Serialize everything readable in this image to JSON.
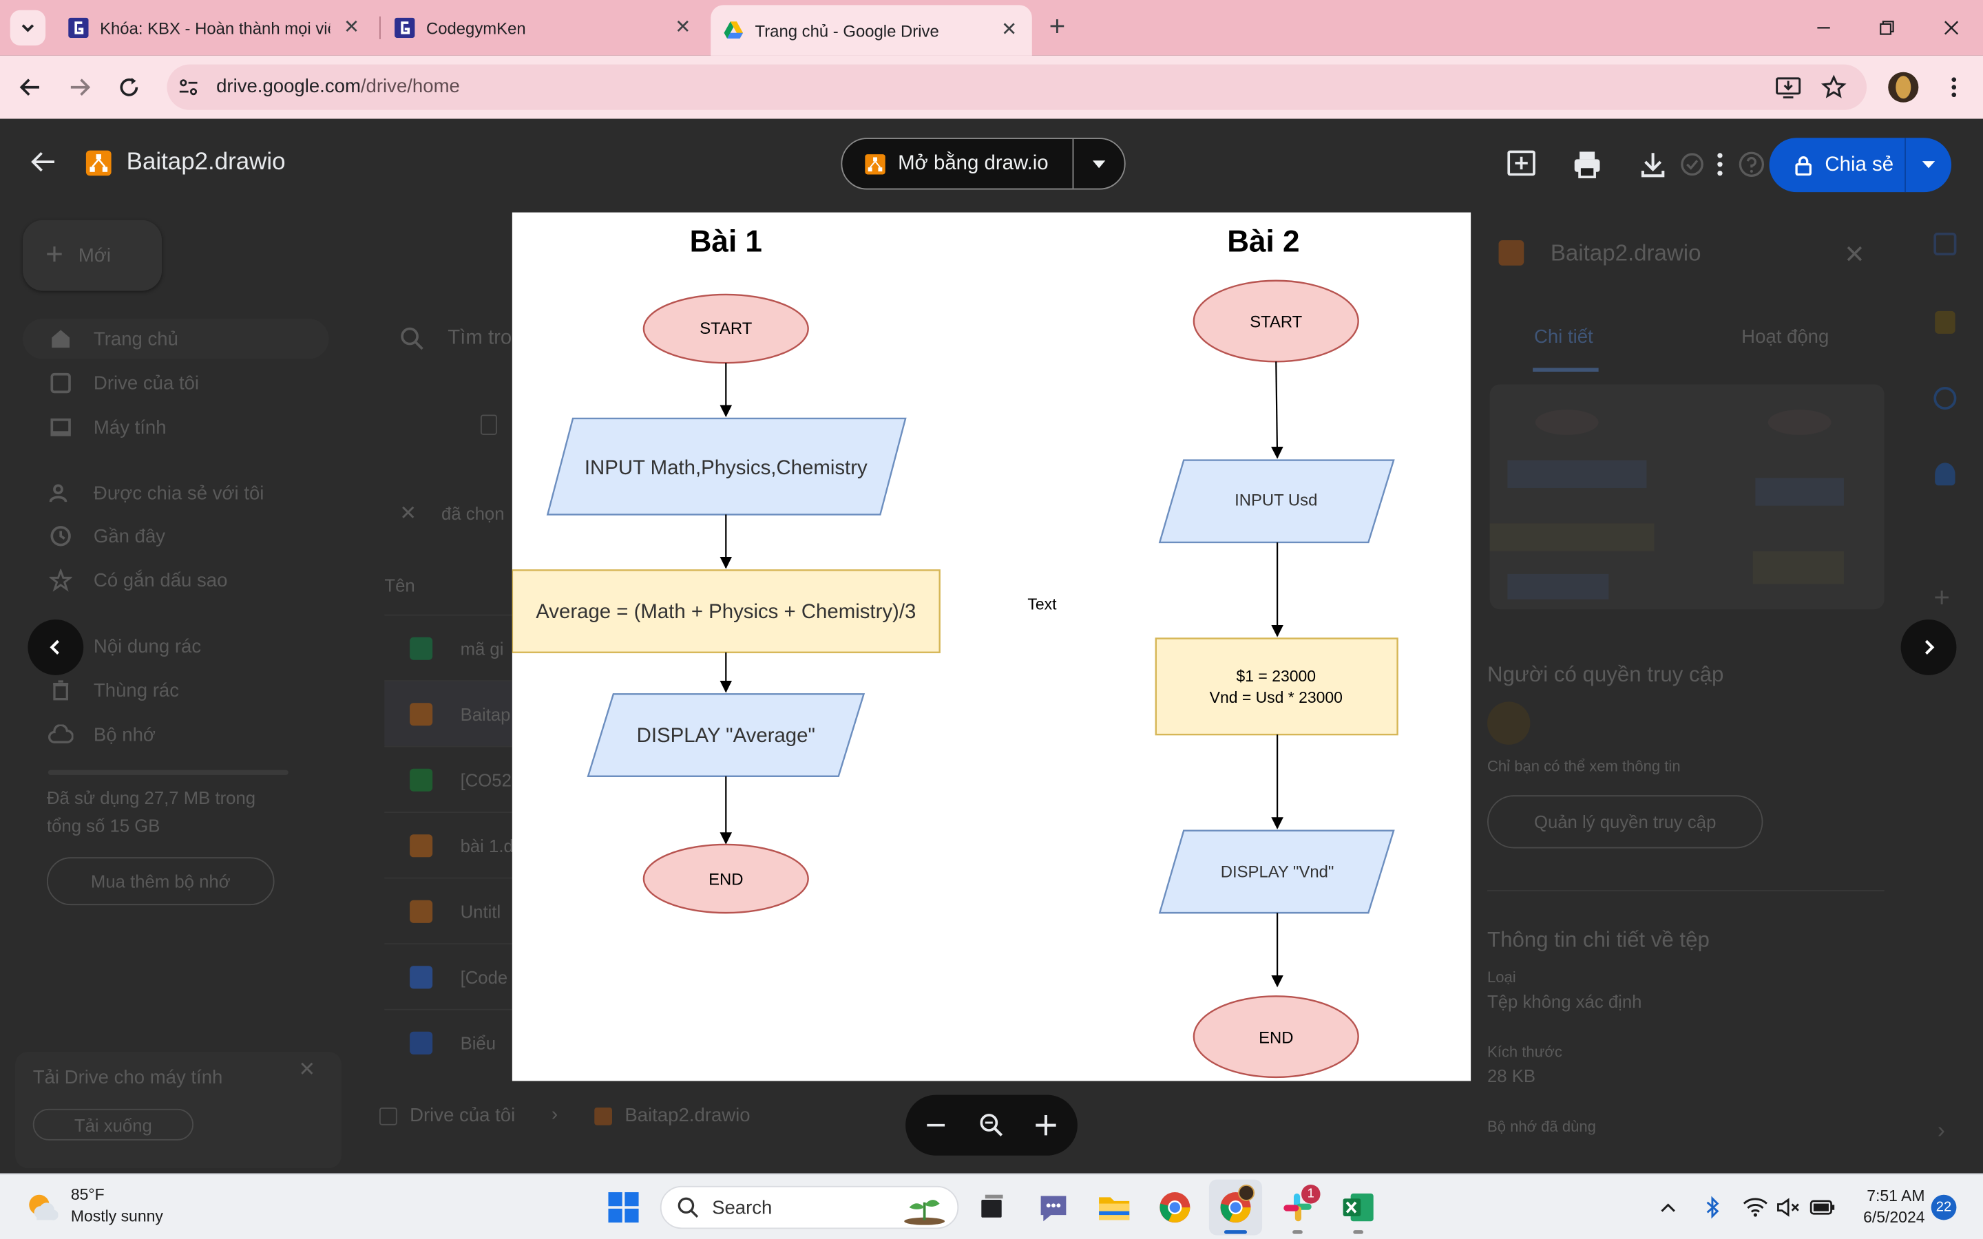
{
  "browser": {
    "tabs": [
      {
        "title": "Khóa: KBX - Hoàn thành mọi việ",
        "active": false
      },
      {
        "title": "CodegymKen",
        "active": false
      },
      {
        "title": "Trang chủ - Google Drive",
        "active": true
      }
    ],
    "url_host": "drive.google.com",
    "url_path": "/drive/home"
  },
  "drive": {
    "new_label": "Mới",
    "nav": [
      {
        "label": "Trang chủ",
        "icon": "home-icon"
      },
      {
        "label": "Drive của tôi",
        "icon": "drive-icon"
      },
      {
        "label": "Máy tính",
        "icon": "computer-icon"
      },
      {
        "label": "Được chia sẻ với tôi",
        "icon": "people-icon"
      },
      {
        "label": "Gần đây",
        "icon": "clock-icon"
      },
      {
        "label": "Có gắn dấu sao",
        "icon": "star-icon"
      },
      {
        "label": "Nội dung rác",
        "icon": "spam-icon"
      },
      {
        "label": "Thùng rác",
        "icon": "trash-icon"
      },
      {
        "label": "Bộ nhớ",
        "icon": "cloud-icon"
      }
    ],
    "storage_text": "Đã sử dụng 27,7 MB trong",
    "storage_text2": "tổng số 15 GB",
    "buy_storage": "Mua thêm bộ nhớ",
    "search_placeholder": "Tìm tro",
    "filter_chip": "đã chọn",
    "column_name": "Tên",
    "files": [
      "mã gi",
      "Baitap",
      "[CO52",
      "bài 1.d",
      "Untitl",
      "[Code",
      "Biểu"
    ],
    "download_promo": "Tải Drive cho máy tính",
    "download_button": "Tải xuống",
    "breadcrumb_root": "Drive của tôi",
    "breadcrumb_file": "Baitap2.drawio",
    "details": {
      "title": "Baitap2.drawio",
      "tab_details": "Chi tiết",
      "tab_activity": "Hoạt động",
      "access_title": "Người có quyền truy cập",
      "access_note": "Chỉ bạn có thể xem thông tin",
      "manage_access": "Quản lý quyền truy cập",
      "file_info": "Thông tin chi tiết về tệp",
      "type_label": "Loại",
      "type_value": "Tệp không xác định",
      "size_label": "Kích thước",
      "size_value": "28 KB",
      "storage_label": "Bộ nhớ đã dùng"
    }
  },
  "viewer": {
    "file_name": "Baitap2.drawio",
    "open_with": "Mở bằng draw.io",
    "share": "Chia sẻ"
  },
  "diagram": {
    "title1": "Bài 1",
    "title2": "Bài 2",
    "b1_start": "START",
    "b1_input": "INPUT Math,Physics,Chemistry",
    "b1_process": "Average = (Math + Physics + Chemistry)/3",
    "b1_display": "DISPLAY \"Average\"",
    "b1_end": "END",
    "free_text": "Text",
    "b2_start": "START",
    "b2_input": "INPUT Usd",
    "b2_process_line1": "$1 = 23000",
    "b2_process_line2": "Vnd = Usd * 23000",
    "b2_display": "DISPLAY \"Vnd\"",
    "b2_end": "END",
    "colors": {
      "terminal_fill": "#f8cecc",
      "terminal_stroke": "#b85450",
      "io_fill": "#dae8fc",
      "io_stroke": "#6c8ebf",
      "process_fill": "#fff2cc",
      "process_stroke": "#d6b656"
    }
  },
  "taskbar": {
    "temperature": "85°F",
    "condition": "Mostly sunny",
    "search": "Search",
    "time": "7:51 AM",
    "date": "6/5/2024",
    "notifications": "22",
    "slack_badge": "1"
  }
}
